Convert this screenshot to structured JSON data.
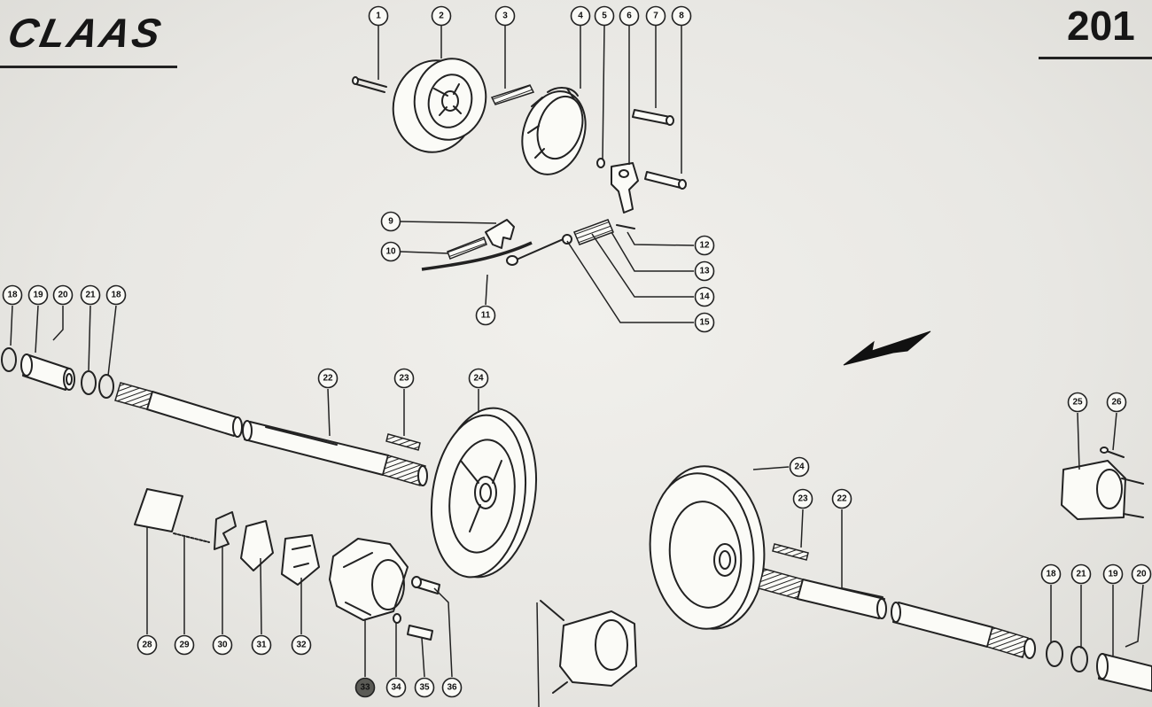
{
  "header": {
    "brand": "CLAAS",
    "page_number": "201"
  },
  "diagram": {
    "callouts": [
      {
        "id": "c1",
        "label": "1"
      },
      {
        "id": "c2",
        "label": "2"
      },
      {
        "id": "c3",
        "label": "3"
      },
      {
        "id": "c4",
        "label": "4"
      },
      {
        "id": "c5",
        "label": "5"
      },
      {
        "id": "c6",
        "label": "6"
      },
      {
        "id": "c7",
        "label": "7"
      },
      {
        "id": "c8",
        "label": "8"
      },
      {
        "id": "c9",
        "label": "9"
      },
      {
        "id": "c10",
        "label": "10"
      },
      {
        "id": "c11",
        "label": "11"
      },
      {
        "id": "c12",
        "label": "12"
      },
      {
        "id": "c13",
        "label": "13"
      },
      {
        "id": "c14",
        "label": "14"
      },
      {
        "id": "c15",
        "label": "15"
      },
      {
        "id": "c18a",
        "label": "18"
      },
      {
        "id": "c19a",
        "label": "19"
      },
      {
        "id": "c20a",
        "label": "20"
      },
      {
        "id": "c21a",
        "label": "21"
      },
      {
        "id": "c18b",
        "label": "18"
      },
      {
        "id": "c22a",
        "label": "22"
      },
      {
        "id": "c23a",
        "label": "23"
      },
      {
        "id": "c24a",
        "label": "24"
      },
      {
        "id": "c24b",
        "label": "24"
      },
      {
        "id": "c23b",
        "label": "23"
      },
      {
        "id": "c22b",
        "label": "22"
      },
      {
        "id": "c25",
        "label": "25"
      },
      {
        "id": "c26",
        "label": "26"
      },
      {
        "id": "c18c",
        "label": "18"
      },
      {
        "id": "c21b",
        "label": "21"
      },
      {
        "id": "c19b",
        "label": "19"
      },
      {
        "id": "c20b",
        "label": "20"
      },
      {
        "id": "c28",
        "label": "28"
      },
      {
        "id": "c29",
        "label": "29"
      },
      {
        "id": "c30",
        "label": "30"
      },
      {
        "id": "c31",
        "label": "31"
      },
      {
        "id": "c32",
        "label": "32"
      },
      {
        "id": "c33",
        "label": "33"
      },
      {
        "id": "c34",
        "label": "34"
      },
      {
        "id": "c35",
        "label": "35"
      },
      {
        "id": "c36",
        "label": "36"
      }
    ]
  }
}
